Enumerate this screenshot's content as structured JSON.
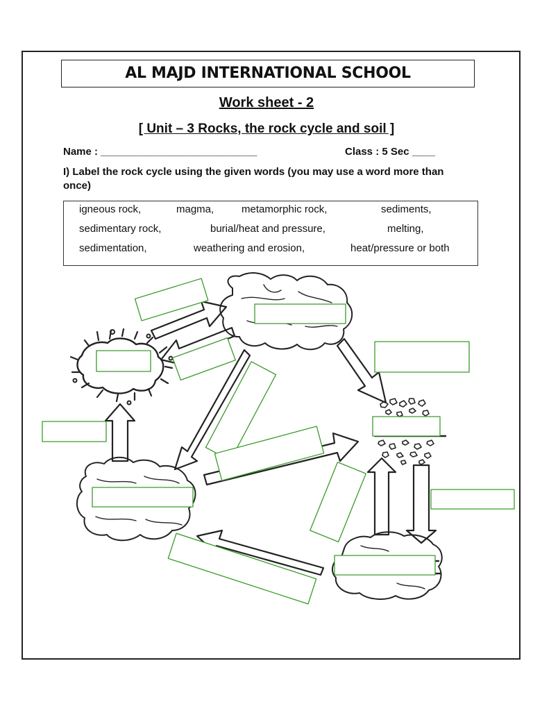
{
  "header": {
    "school": "AL MAJD INTERNATIONAL SCHOOL",
    "worksheet": "Work sheet - 2",
    "unit": "[ Unit – 3 Rocks, the rock cycle and soil ]"
  },
  "student": {
    "name_label": "Name : ___________________________",
    "class_label": "Class : 5  Sec ____"
  },
  "instruction": "I) Label the rock cycle using the given words (you may use a word more than once)",
  "word_bank": [
    "igneous rock,",
    "magma,",
    "metamorphic rock,",
    "sediments,",
    "sedimentary rock,",
    "burial/heat and pressure,",
    "melting,",
    "sedimentation,",
    "weathering and erosion,",
    "heat/pressure or both"
  ],
  "colors": {
    "label_box_border": "#3a9a2a",
    "ink": "#111111"
  }
}
